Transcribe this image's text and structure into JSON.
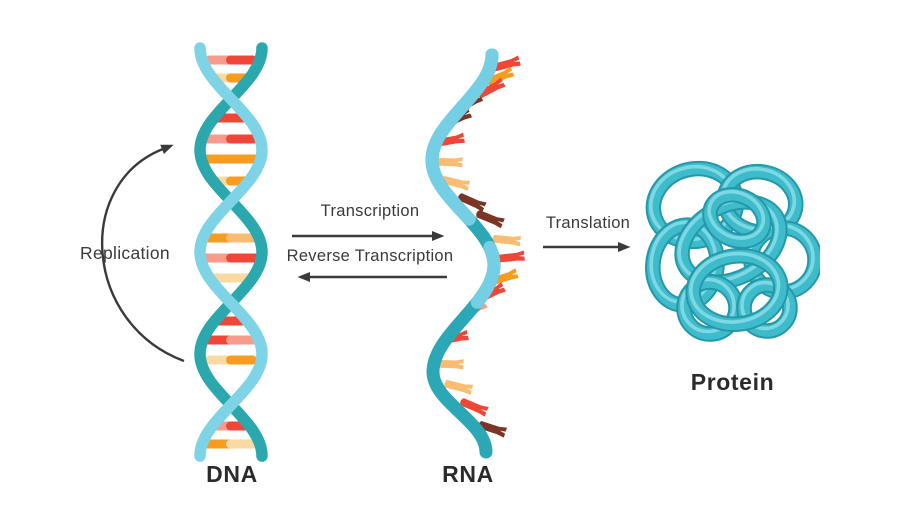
{
  "nodes": [
    {
      "id": "dna",
      "label": "DNA"
    },
    {
      "id": "rna",
      "label": "RNA"
    },
    {
      "id": "protein",
      "label": "Protein"
    }
  ],
  "processes": [
    {
      "id": "replication",
      "label": "Replication",
      "from": "DNA",
      "to": "DNA",
      "arrow": "circular-counterclockwise-left"
    },
    {
      "id": "transcription",
      "label": "Transcription",
      "from": "DNA",
      "to": "RNA",
      "arrow": "right"
    },
    {
      "id": "reverse-transcription",
      "label": "Reverse Transcription",
      "from": "RNA",
      "to": "DNA",
      "arrow": "left"
    },
    {
      "id": "translation",
      "label": "Translation",
      "from": "RNA",
      "to": "Protein",
      "arrow": "right"
    }
  ],
  "palette": {
    "bg": "#ffffff",
    "ink": "#3a3a3a",
    "labelInk": "#2b2b2b",
    "strandLight": "#7fd3e6",
    "strandDark": "#2ba7ae",
    "ribbonLight": "#74cfe5",
    "ribbonDark": "#2ba7b5",
    "proteinMain": "#3fbccb",
    "proteinDark": "#2498a9",
    "proteinLight": "#8adde7",
    "red": "#ef4638",
    "salmon": "#f79b8c",
    "orange": "#f79c1e",
    "cream": "#fbd9a2",
    "peach": "#f8bd72",
    "brown": "#7c3424"
  }
}
